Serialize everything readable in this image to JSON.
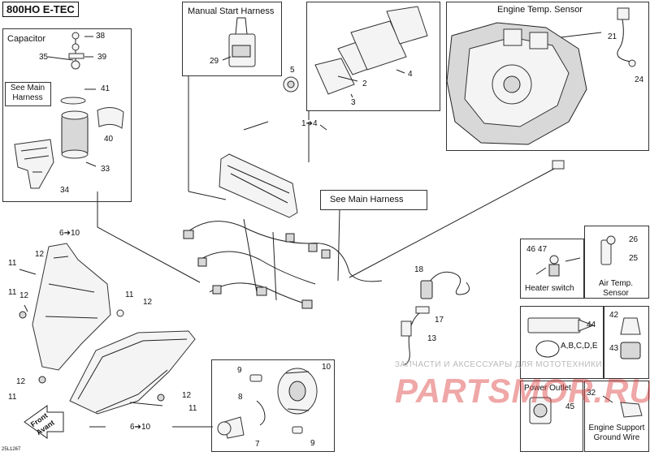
{
  "header": {
    "model": "800HO E-TEC"
  },
  "footer": {
    "ref_code": "25L1267"
  },
  "boxes": {
    "capacitor": "Capacitor",
    "see_main_harness_left": "See Main\nHarness",
    "manual_start": "Manual Start Harness",
    "engine_temp": "Engine Temp. Sensor",
    "see_main_harness_center": "See Main Harness",
    "heater_switch": "Heater switch",
    "air_temp": "Air Temp.\nSensor",
    "power_outlet": "Power Outlet",
    "engine_support": "Engine Support\nGround Wire",
    "front_avant": "Front\nAvant"
  },
  "callouts": {
    "c38": "38",
    "c35": "35",
    "c39": "39",
    "c41": "41",
    "c40": "40",
    "c33": "33",
    "c34": "34",
    "c29": "29",
    "c5": "5",
    "c2": "2",
    "c3": "3",
    "c4": "4",
    "c1_4": "1➔4",
    "c21": "21",
    "c24": "24",
    "c6_10a": "6➔10",
    "c11a": "11",
    "c12a": "12",
    "c11b": "11",
    "c12b": "12",
    "c11c": "11",
    "c12c": "12",
    "c12d": "12",
    "c11d": "11",
    "c12e": "12",
    "c11e": "11",
    "c6_10b": "6➔10",
    "c9a": "9",
    "c10": "10",
    "c8": "8",
    "c7": "7",
    "c9b": "9",
    "c18": "18",
    "c17": "17",
    "c13": "13",
    "c46_47": "46 47",
    "c26": "26",
    "c25": "25",
    "c44": "44",
    "c_abcde": "A,B,C,D,E",
    "c42": "42",
    "c43": "43",
    "c45": "45",
    "c32": "32"
  },
  "watermark": {
    "tagline": "ЗАПЧАСТИ И АКСЕССУАРЫ ДЛЯ МОТОТЕХНИКИ",
    "brand": "PARTSMOR.RU"
  }
}
